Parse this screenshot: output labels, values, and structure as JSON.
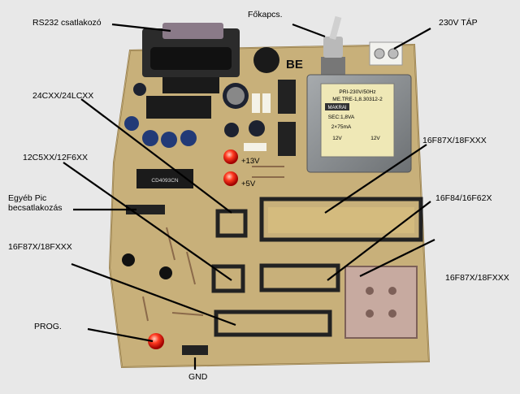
{
  "labels": {
    "rs232": "RS232 csatlakozó",
    "fokapcs": "Főkapcs.",
    "tap": "230V TÁP",
    "eeprom": "24CXX/24LCXX",
    "pic8": "12C5XX/12F6XX",
    "egyeb": "Egyéb Pic\nbecsatlakozás",
    "pic18_left": "16F87X/18FXXX",
    "prog": "PROG.",
    "gnd": "GND",
    "pic18_top_right": "16F87X/18FXXX",
    "pic16f84": "16F84/16F62X",
    "plcc": "16F87X/18FXXX"
  },
  "board": {
    "be_mark": "BE",
    "plus13v": "+13V",
    "plus5v": "+5V",
    "ic_label": "CD4093CN",
    "transformer": {
      "line1": "PRI-230V/50Hz",
      "line2": "ME.TRE-1,8.30312-2",
      "line3": "SEC:1,8VA",
      "line4": "2×75mA",
      "line5": "12V",
      "line6": "12V",
      "brand": "MAKRAI"
    }
  },
  "colors": {
    "background": "#e8e8e8",
    "pcb": "#c8b07a",
    "led": "#ff2a1a",
    "transformer": "#8a8f93"
  }
}
